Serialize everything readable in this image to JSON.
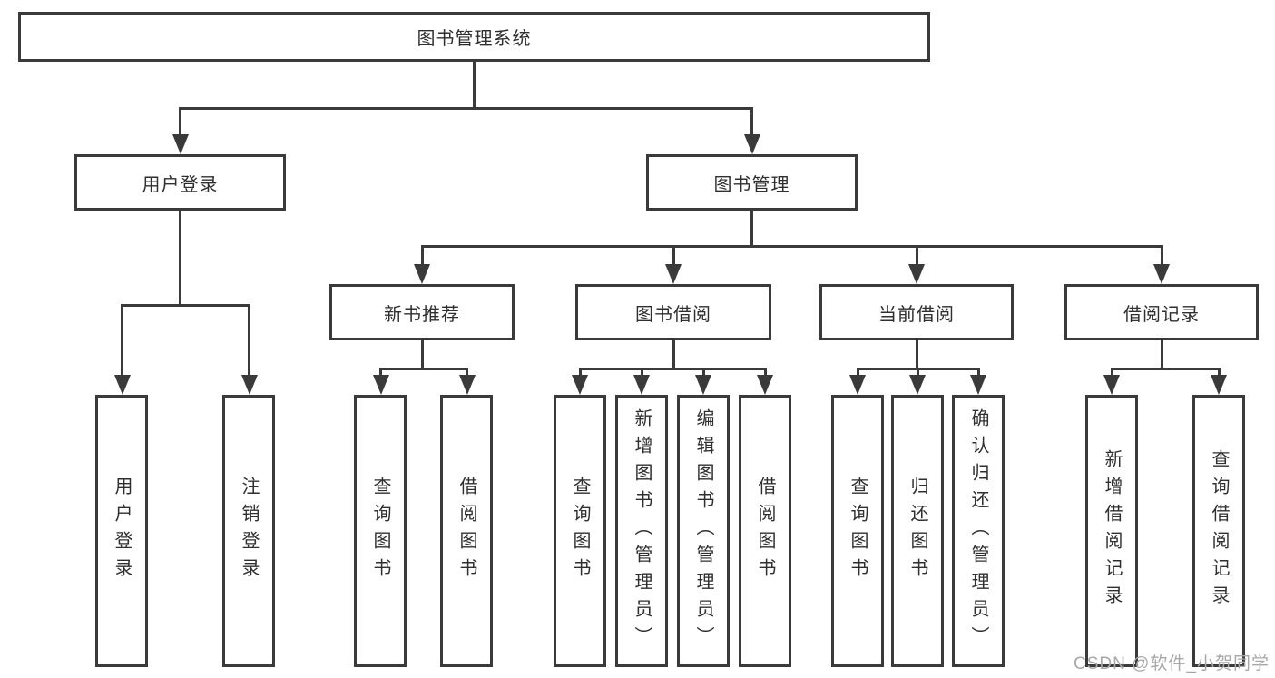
{
  "tree": {
    "label": "图书管理系统",
    "children": [
      {
        "label": "用户登录",
        "children": [
          {
            "label": "用户登录"
          },
          {
            "label": "注销登录"
          }
        ]
      },
      {
        "label": "图书管理",
        "children": [
          {
            "label": "新书推荐",
            "children": [
              {
                "label": "查询图书"
              },
              {
                "label": "借阅图书"
              }
            ]
          },
          {
            "label": "图书借阅",
            "children": [
              {
                "label": "查询图书"
              },
              {
                "label": "新增图书（管理员）"
              },
              {
                "label": "编辑图书（管理员）"
              },
              {
                "label": "借阅图书"
              }
            ]
          },
          {
            "label": "当前借阅",
            "children": [
              {
                "label": "查询图书"
              },
              {
                "label": "归还图书"
              },
              {
                "label": "确认归还（管理员）"
              }
            ]
          },
          {
            "label": "借阅记录",
            "children": [
              {
                "label": "新增借阅记录"
              },
              {
                "label": "查询借阅记录"
              }
            ]
          }
        ]
      }
    ]
  },
  "watermark": {
    "text": "CSDN @软件_小贺同学"
  },
  "colors": {
    "line": "#3a3a3a",
    "text": "#2f2f2f",
    "background": "#ffffff",
    "watermark": "#a8a8a8"
  }
}
